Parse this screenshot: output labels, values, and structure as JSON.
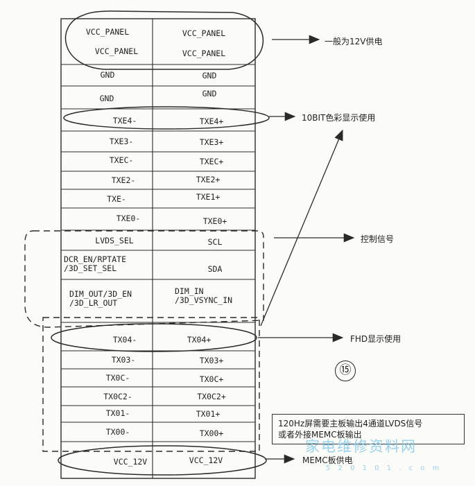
{
  "rows": [
    {
      "left": "VCC_PANEL",
      "right": "VCC_PANEL"
    },
    {
      "left": "VCC_PANEL",
      "right": "VCC_PANEL"
    },
    {
      "left": "GND",
      "right": "GND"
    },
    {
      "left": "GND",
      "right": "GND"
    },
    {
      "left": "TXE4-",
      "right": "TXE4+"
    },
    {
      "left": "TXE3-",
      "right": "TXE3+"
    },
    {
      "left": "TXEC-",
      "right": "TXEC+"
    },
    {
      "left": "TXE2-",
      "right": "TXE2+"
    },
    {
      "left": "TXE-",
      "right": "TXE1+"
    },
    {
      "left": "TXE0-",
      "right": "TXE0+"
    },
    {
      "left": "LVDS_SEL",
      "right": "SCL"
    },
    {
      "left": "DCR_EN/RPTATE\n/3D_SET_SEL",
      "right": "SDA"
    },
    {
      "left": "DIM_OUT/3D_EN\n/3D_LR_OUT",
      "right": "DIM_IN\n/3D_VSYNC_IN"
    },
    {
      "left": "TX04-",
      "right": "TX04+"
    },
    {
      "left": "TX03-",
      "right": "TX03+"
    },
    {
      "left": "TX0C-",
      "right": "TX0C+"
    },
    {
      "left": "TX0C2-",
      "right": "TX0C2+"
    },
    {
      "left": "TX01-",
      "right": "TX01+"
    },
    {
      "left": "TX00-",
      "right": "TX00+"
    },
    {
      "left": "VCC_12V",
      "right": "VCC_12V"
    }
  ],
  "annotations": {
    "power": "一般为12V供电",
    "tenbit": "10BIT色彩显示使用",
    "control": "控制信号",
    "fhd": "FHD显示使用",
    "memc": "MEMC板供电"
  },
  "note_box": {
    "line1": "120Hz屏需要主板输出4通道LVDS信号",
    "line2": "或者外接MEMC板输出"
  },
  "figure_number": "⑮",
  "watermark": {
    "text": "家电维修资料网",
    "url": "5 2 0 1 0 1 . c o m"
  },
  "colors": {
    "ink": "#2a2a2a",
    "paper": "#fbfbf8",
    "watermark": "#7fc7ea"
  }
}
